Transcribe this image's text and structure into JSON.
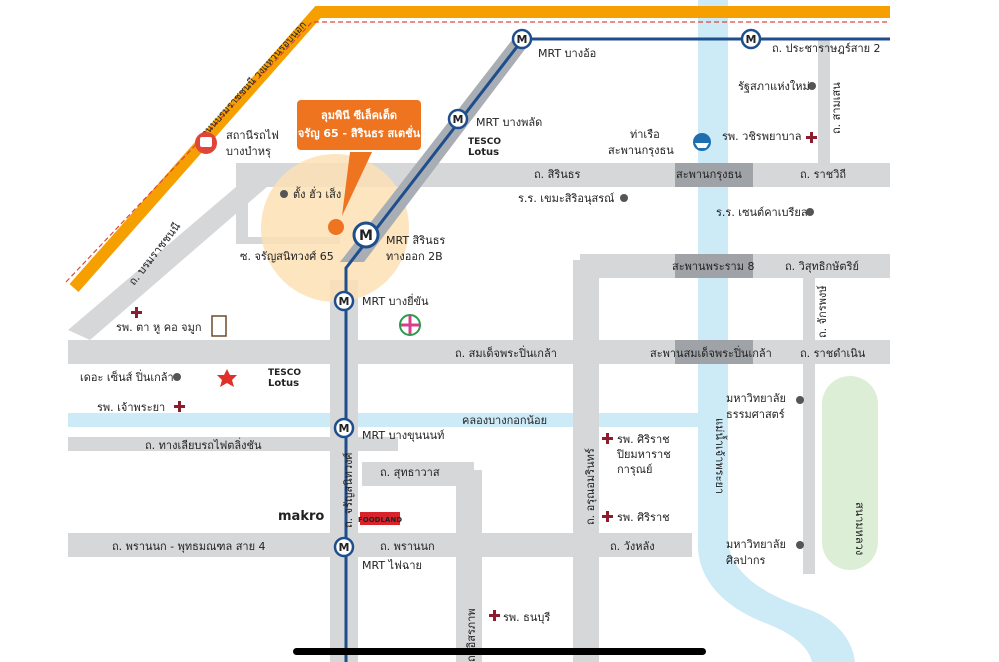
{
  "map": {
    "callout": {
      "line1": "ลุมพินี ซีเล็คเต็ด",
      "line2": "จรัญ 65 - สิรินธร สเตชั่น"
    },
    "roads": {
      "borommaratchachonnani_top": "ถนนบรมราชชนนี วงแหวนรอบนอก",
      "pracharat_sai2": "ถ. ประชาราษฎร์สาย 2",
      "samsen": "ถ. สามเสน",
      "sirindhorn": "ถ. สิรินธร",
      "ratchawithi": "ถ. ราชวิถี",
      "borommaratchachonnani": "ถ. บรมราชชนนี",
      "charan65": "ซ. จรัญสนิทวงศ์ 65",
      "wisutkasat": "ถ. วิสุทธิกษัตริย์",
      "chakkraphong": "ถ. จักรพงษ์",
      "somdet_pinklao": "ถ. สมเด็จพระปิ่นเกล้า",
      "ratchadamnoen": "ถ. ราชดำเนิน",
      "khlong_bangkok_noi": "คลองบางกอกน้อย",
      "thang_rotfai": "ถ. ทางเลียบรถไฟตลิ่งชัน",
      "sutthawat": "ถ. สุทธาวาส",
      "charansanitwong": "ถ. จรัญสนิทวงศ์",
      "arun_amarin": "ถ. อรุณอมรินทร์",
      "phrannok_phutthamonthon": "ถ. พรานนก - พุทธมณฑล สาย 4",
      "phrannok": "ถ. พรานนก",
      "wang_lang": "ถ. วังหลัง",
      "isaraphap": "ถ. อิสรภาพ",
      "sanam_luang": "สนามหลวง",
      "chao_phraya": "แม่น้ำเจ้าพระยา"
    },
    "bridges": {
      "krungthon": "สะพานกรุงธน",
      "rama8": "สะพานพระราม 8",
      "pinklao": "สะพานสมเด็จพระปิ่นเกล้า"
    },
    "stations": {
      "bang_o": "MRT บางอ้อ",
      "bang_phlat": "MRT บางพลัด",
      "sirindhorn_1": "MRT สิรินธร",
      "sirindhorn_2": "ทางออก 2B",
      "bang_yi_khan": "MRT บางยี่ขัน",
      "bang_khun_non": "MRT บางขุนนนท์",
      "fai_chai": "MRT ไฟฉาย",
      "mrt_symbol": "M"
    },
    "places": {
      "railway_1": "สถานีรถไฟ",
      "railway_2": "บางบำหรุ",
      "parliament": "รัฐสภาแห่งใหม่",
      "vajira": "รพ. วชิรพยาบาล",
      "pier_1": "ท่าเรือ",
      "pier_2": "สะพานกรุงธน",
      "tang_hua_seng": "ตั้ง ฮั่ว เส็ง",
      "khema": "ร.ร. เขมะสิริอนุสรณ์",
      "st_gabriel": "ร.ร. เซนต์คาเบรียล",
      "ent_hospital": "รพ. ตา หู คอ จมูก",
      "central_pinklao": "เดอะ เซ็นส์ ปิ่นเกล้า",
      "chao_phraya_hospital": "รพ. เจ้าพระยา",
      "siriraj_piyamaharajkarun_1": "รพ. ศิริราช",
      "siriraj_piyamaharajkarun_2": "ปิยมหาราช",
      "siriraj_piyamaharajkarun_3": "การุณย์",
      "siriraj": "รพ. ศิริราช",
      "thammasat_1": "มหาวิทยาลัย",
      "thammasat_2": "ธรรมศาสตร์",
      "silpakorn_1": "มหาวิทยาลัย",
      "silpakorn_2": "ศิลปากร",
      "thonburi_hospital": "รพ. ธนบุรี"
    },
    "brands": {
      "tesco_1": "TESCO",
      "tesco_2": "Lotus",
      "makro": "makro",
      "foodland": "FOODLAND"
    },
    "colors": {
      "mrt_line": "#1f4e8c",
      "mrt_line_gray": "#9ea4ab",
      "road": "#d6d7d9",
      "outer_ring": "#f5a000",
      "river": "#cdeaf7",
      "callout": "#ee7420",
      "highlight": "#fbe0b4",
      "park": "#dcefd6",
      "hospital": "#8d1d2c"
    }
  }
}
